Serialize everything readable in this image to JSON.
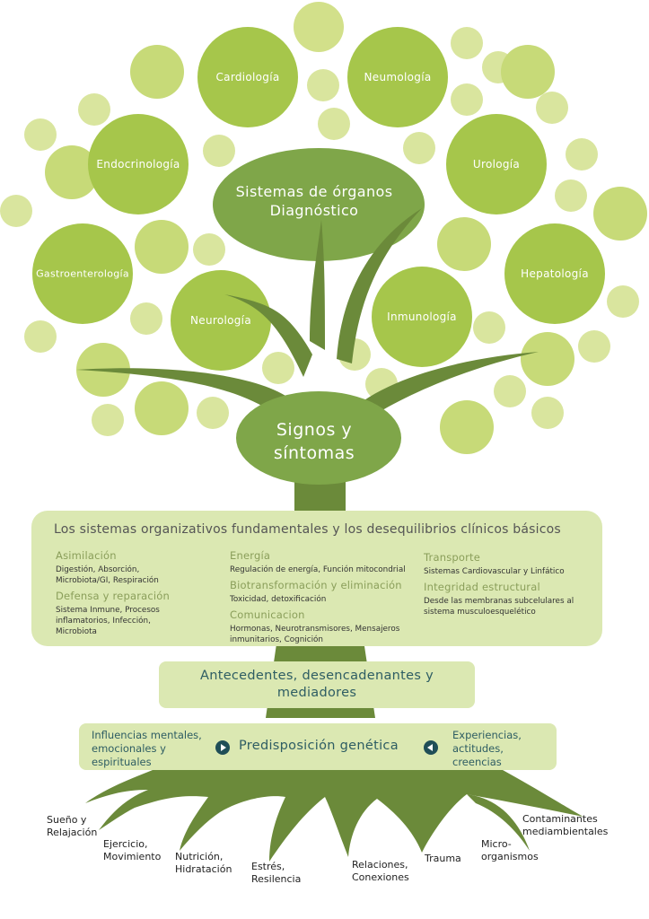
{
  "crown": {
    "title_line1": "Sistemas de órganos",
    "title_line2": "Diagnóstico",
    "systems": [
      "Cardiología",
      "Neumología",
      "Endocrinología",
      "Urología",
      "Gastroenterología",
      "Hepatología",
      "Neurología",
      "Inmunología"
    ]
  },
  "signs": {
    "line1": "Signos y",
    "line2": "síntomas"
  },
  "panel": {
    "title": "Los sistemas organizativos fundamentales y los desequilibrios clínicos básicos",
    "col1": {
      "h1": "Asimilación",
      "t1": "Digestión, Absorción, Microbiota/GI, Respiración",
      "h2": "Defensa y reparación",
      "t2": "Sistema Inmune, Procesos inflamatorios, Infección, Microbiota"
    },
    "col2": {
      "h1": "Energía",
      "t1": "Regulación de energía, Función mitocondrial",
      "h2": "Biotransformación y eliminación",
      "t2": "Toxicidad, detoxificación",
      "h3": "Comunicacion",
      "t3": "Hormonas, Neurotransmisores, Mensajeros inmunitarios, Cognición"
    },
    "col3": {
      "h1": "Transporte",
      "t1": "Sistemas Cardiovascular y Linfático",
      "h2": "Integridad estructural",
      "t2": "Desde las membranas subcelulares al sistema musculoesquelético"
    }
  },
  "antecedents": {
    "line1": "Antecedentes, desencadenantes y",
    "line2": "mediadores"
  },
  "predisposition": {
    "left_1": "Influencias mentales,",
    "left_2": "emocionales y",
    "left_3": "espirituales",
    "center": "Predisposición genética",
    "right_1": "Experiencias,",
    "right_2": "actitudes,",
    "right_3": "creencias"
  },
  "roots": [
    [
      "Sueño y",
      "Relajación"
    ],
    [
      "Ejercicio,",
      "Movimiento"
    ],
    [
      "Nutrición,",
      "Hidratación"
    ],
    [
      "Estrés,",
      "Resilencia"
    ],
    [
      "Relaciones,",
      "Conexiones"
    ],
    [
      "Trauma",
      ""
    ],
    [
      "Micro-",
      "organismos"
    ],
    [
      "Contaminantes",
      "mediambientales"
    ]
  ],
  "colors": {
    "trunk": "#6b8a3a",
    "circle_dark": "#a6c64b",
    "circle_light": "#d9e59e",
    "ellipse": "#7fa649",
    "panel": "#dbe8b2",
    "text_teal": "#2e5d63",
    "icon": "#1f4e57"
  }
}
